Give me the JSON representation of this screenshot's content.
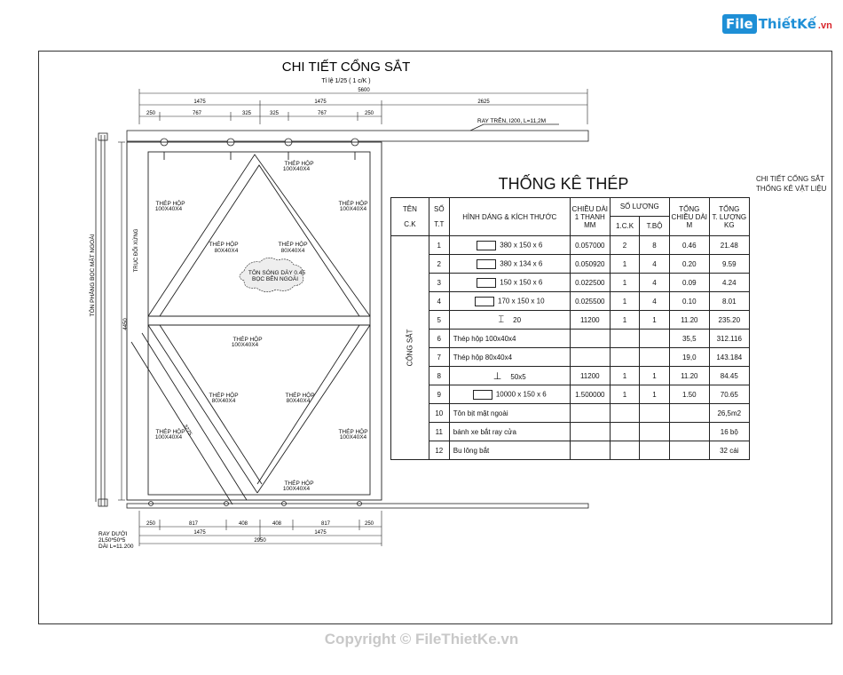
{
  "logo": {
    "file": "File",
    "rest": "ThiếtKế",
    "vn": ".vn"
  },
  "drawing": {
    "title": "CHI TIẾT CỔNG SẮT",
    "scale": "Tỉ lệ 1/25 ( 1 c/K )",
    "overall_width": "5600",
    "top_dims": [
      "1475",
      "1475",
      "2625"
    ],
    "top_sub_dims": [
      "250",
      "767",
      "325",
      "325",
      "767",
      "250"
    ],
    "rail_top": "RAY TRÊN, I200, L=11,2M",
    "left_label": "TÔN PHẲNG BỌC MẶT NGOÀI",
    "axis_label": "TRỤC ĐỐI XỨNG",
    "height_dim": "4450",
    "diag_dim": "3275",
    "labels": {
      "tb_top": [
        "THÉP HỘP",
        "100X40X4"
      ],
      "tb_left": [
        "THÉP HỘP",
        "100X40X4"
      ],
      "tb_right": [
        "THÉP HỘP",
        "100X40X4"
      ],
      "tb_inner_l": [
        "THÉP HỘP",
        "80X40X4"
      ],
      "tb_inner_r": [
        "THÉP HỘP",
        "80X40X4"
      ],
      "wave": [
        "TÔN SÓNG DÀY 0.45",
        "BỌC BÊN NGOÀI"
      ],
      "tb_mid": [
        "THÉP HỘP",
        "100X40X4"
      ],
      "tb_lower_l": [
        "THÉP HỘP",
        "80X40X4"
      ],
      "tb_lower_r": [
        "THÉP HỘP",
        "80X40X4"
      ],
      "tb_bot_left": [
        "THÉP HỘP",
        "100X40X4"
      ],
      "tb_bot_right": [
        "THÉP HỘP",
        "100X40X4"
      ],
      "tb_bottom": [
        "THÉP HỘP",
        "100X40X4"
      ]
    },
    "bottom_dims": [
      "250",
      "817",
      "408",
      "408",
      "817",
      "250"
    ],
    "bottom_mid": [
      "1475",
      "1475"
    ],
    "bottom_total": "2950",
    "rail_bottom": [
      "RAY DƯỚI",
      "2L50*50*5",
      "DÀI L=11.200"
    ]
  },
  "sidenote": [
    "CHI TIẾT CỔNG SẮT",
    "THỐNG KÊ VẬT LIỆU"
  ],
  "table": {
    "title": "THỐNG KÊ THÉP",
    "headers": {
      "ten": "TÊN",
      "ck": "C.K",
      "so": "SỐ",
      "tt": "T.T",
      "hinh": "HÌNH DÁNG & KÍCH THƯỚC",
      "chieu_dai": "CHIỀU DÀI",
      "mot_thanh": "1 THANH",
      "mm": "MM",
      "so_luong": "SỐ LƯỢNG",
      "ck2": "1.C.K",
      "tbo": "T.BỘ",
      "tong": "TỔNG",
      "chieu_dai2": "CHIỀU DÀI",
      "m": "M",
      "tong2": "TỔNG",
      "tluong": "T. LƯỢNG",
      "kg": "KG"
    },
    "group": "CỔNG SẮT",
    "rows": [
      {
        "tt": "1",
        "shape": "rect",
        "dim": "380  x   150  x    6",
        "len": "0.057000",
        "ck": "2",
        "tb": "8",
        "total": "0.46",
        "kg": "21.48"
      },
      {
        "tt": "2",
        "shape": "rect",
        "dim": "380  x   134  x    6",
        "len": "0.050920",
        "ck": "1",
        "tb": "4",
        "total": "0.20",
        "kg": "9.59"
      },
      {
        "tt": "3",
        "shape": "rect",
        "dim": "150  x   150  x    6",
        "len": "0.022500",
        "ck": "1",
        "tb": "4",
        "total": "0.09",
        "kg": "4.24"
      },
      {
        "tt": "4",
        "shape": "rect",
        "dim": "170  x   150  x   10",
        "len": "0.025500",
        "ck": "1",
        "tb": "4",
        "total": "0.10",
        "kg": "8.01"
      },
      {
        "tt": "5",
        "shape": "ibeam",
        "dim": "20",
        "len": "11200",
        "ck": "1",
        "tb": "1",
        "total": "11.20",
        "kg": "235.20"
      },
      {
        "tt": "6",
        "shape": "none",
        "dim": "Thép hộp 100x40x4",
        "len": "",
        "ck": "",
        "tb": "",
        "total": "35,5",
        "kg": "312.116"
      },
      {
        "tt": "7",
        "shape": "none",
        "dim": "Thép hộp 80x40x4",
        "len": "",
        "ck": "",
        "tb": "",
        "total": "19,0",
        "kg": "143.184"
      },
      {
        "tt": "8",
        "shape": "angle",
        "dim": "50x5",
        "len": "11200",
        "ck": "1",
        "tb": "1",
        "total": "11.20",
        "kg": "84.45"
      },
      {
        "tt": "9",
        "shape": "rect",
        "dim": "10000  x   150  x    6",
        "len": "1.500000",
        "ck": "1",
        "tb": "1",
        "total": "1.50",
        "kg": "70.65"
      },
      {
        "tt": "10",
        "shape": "none",
        "dim": "Tôn bịt mặt ngoài",
        "len": "",
        "ck": "",
        "tb": "",
        "total": "",
        "kg": "26,5m2"
      },
      {
        "tt": "11",
        "shape": "none",
        "dim": "bánh xe bắt ray cửa",
        "len": "",
        "ck": "",
        "tb": "",
        "total": "",
        "kg": "16 bộ"
      },
      {
        "tt": "12",
        "shape": "none",
        "dim": "Bu lông bắt",
        "len": "",
        "ck": "",
        "tb": "",
        "total": "",
        "kg": "32 cái"
      }
    ]
  },
  "copyright": "Copyright © FileThietKe.vn"
}
